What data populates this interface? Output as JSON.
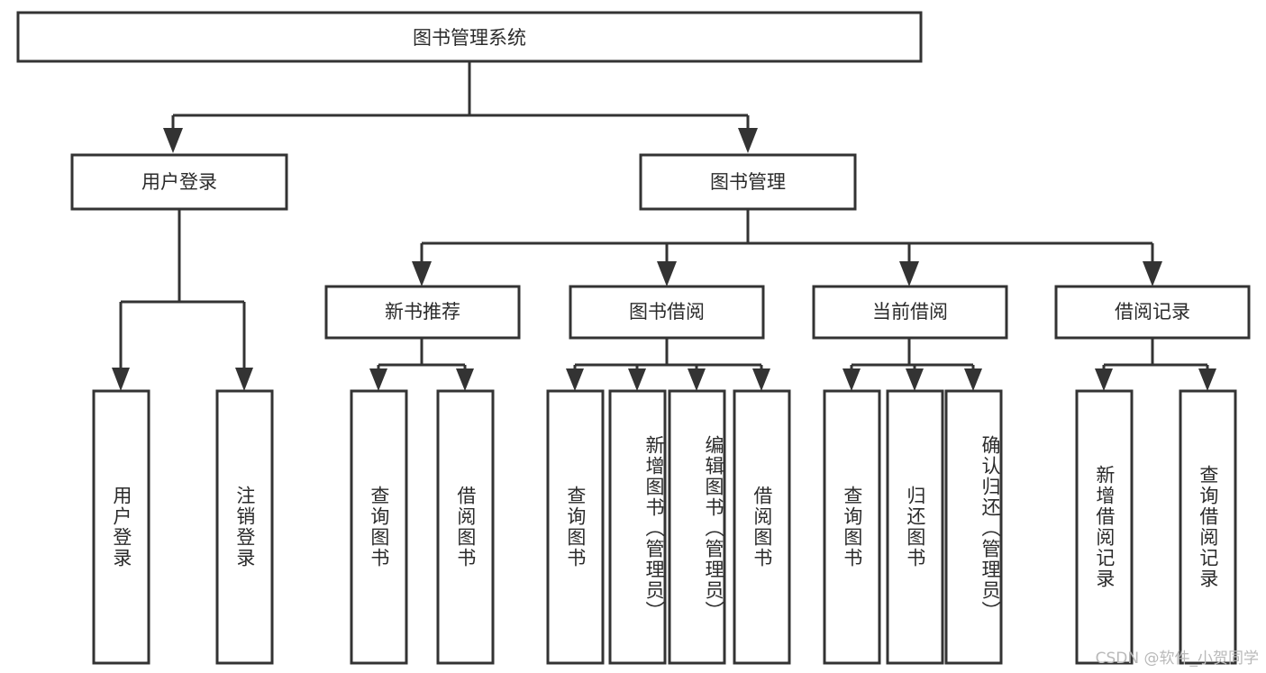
{
  "diagram": {
    "title": "图书管理系统",
    "type": "tree",
    "orientation": "top-down",
    "colors": {
      "box_fill": "#ffffff",
      "box_stroke": "#333333",
      "text": "#2b2b2b",
      "connector": "#333333",
      "watermark": "#b9b9b9",
      "background": "#ffffff"
    },
    "root": {
      "id": "root",
      "label": "图书管理系统",
      "orientation": "horizontal"
    },
    "level2": [
      {
        "id": "user-login",
        "label": "用户登录",
        "orientation": "horizontal"
      },
      {
        "id": "book-management",
        "label": "图书管理",
        "orientation": "horizontal"
      }
    ],
    "level3": [
      {
        "id": "new-book-recommend",
        "label": "新书推荐",
        "parent": "book-management",
        "orientation": "horizontal"
      },
      {
        "id": "book-borrow",
        "label": "图书借阅",
        "parent": "book-management",
        "orientation": "horizontal"
      },
      {
        "id": "current-borrow",
        "label": "当前借阅",
        "parent": "book-management",
        "orientation": "horizontal"
      },
      {
        "id": "borrow-record",
        "label": "借阅记录",
        "parent": "book-management",
        "orientation": "horizontal"
      }
    ],
    "leaves": [
      {
        "id": "leaf-user-login",
        "label": "用户登录",
        "parent": "user-login",
        "orientation": "vertical"
      },
      {
        "id": "leaf-user-logout",
        "label": "注销登录",
        "parent": "user-login",
        "orientation": "vertical"
      },
      {
        "id": "leaf-query-book-1",
        "label": "查询图书",
        "parent": "new-book-recommend",
        "orientation": "vertical"
      },
      {
        "id": "leaf-borrow-book-1",
        "label": "借阅图书",
        "parent": "new-book-recommend",
        "orientation": "vertical"
      },
      {
        "id": "leaf-query-book-2",
        "label": "查询图书",
        "parent": "book-borrow",
        "orientation": "vertical"
      },
      {
        "id": "leaf-add-book",
        "label": "新增图书（管理员）",
        "parent": "book-borrow",
        "orientation": "vertical"
      },
      {
        "id": "leaf-edit-book",
        "label": "编辑图书（管理员）",
        "parent": "book-borrow",
        "orientation": "vertical"
      },
      {
        "id": "leaf-borrow-book-2",
        "label": "借阅图书",
        "parent": "book-borrow",
        "orientation": "vertical"
      },
      {
        "id": "leaf-query-book-3",
        "label": "查询图书",
        "parent": "current-borrow",
        "orientation": "vertical"
      },
      {
        "id": "leaf-return-book",
        "label": "归还图书",
        "parent": "current-borrow",
        "orientation": "vertical"
      },
      {
        "id": "leaf-confirm-return",
        "label": "确认归还（管理员）",
        "parent": "current-borrow",
        "orientation": "vertical"
      },
      {
        "id": "leaf-add-record",
        "label": "新增借阅记录",
        "parent": "borrow-record",
        "orientation": "vertical"
      },
      {
        "id": "leaf-query-record",
        "label": "查询借阅记录",
        "parent": "borrow-record",
        "orientation": "vertical"
      }
    ]
  },
  "watermark": {
    "text": "CSDN @软件_小贺同学"
  }
}
